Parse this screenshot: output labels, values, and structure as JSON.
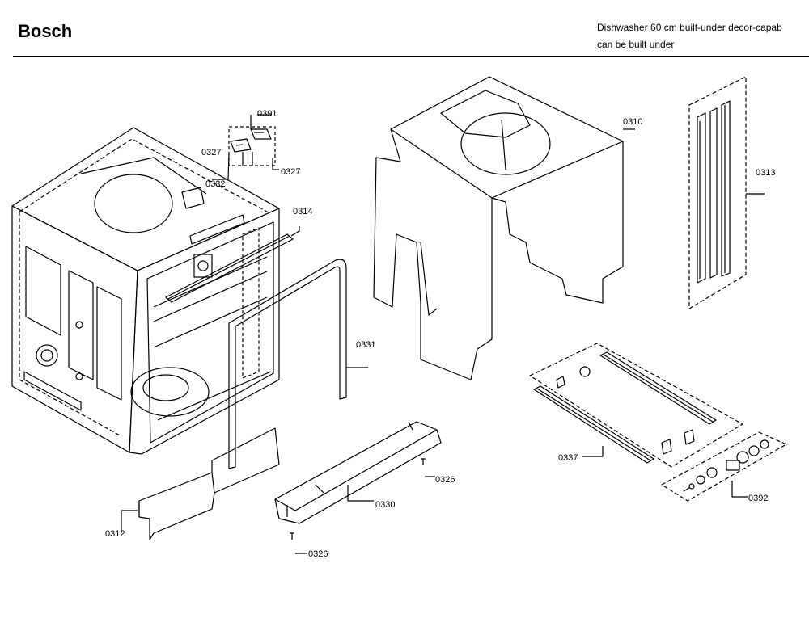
{
  "header": {
    "brand": "Bosch",
    "description_line1": "Dishwasher 60 cm built-under decor-capab",
    "description_line2": "can be built under"
  },
  "parts": {
    "p0391": "0391",
    "p0327a": "0327",
    "p0327b": "0327",
    "p0332": "0332",
    "p0314": "0314",
    "p0331": "0331",
    "p0310": "0310",
    "p0313": "0313",
    "p0312": "0312",
    "p0330": "0330",
    "p0326a": "0326",
    "p0326b": "0326",
    "p0337": "0337",
    "p0392": "0392"
  },
  "colors": {
    "line": "#000000",
    "paper": "#ffffff"
  }
}
